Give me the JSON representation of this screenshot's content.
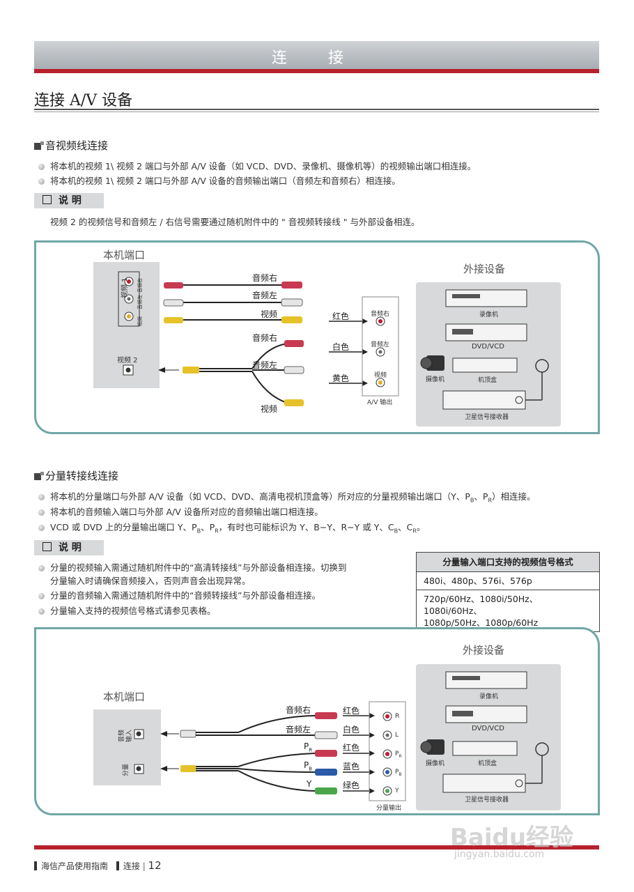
{
  "header": {
    "title": "连 接"
  },
  "section": {
    "title": "连接 A/V 设备"
  },
  "av": {
    "subtitle": "音视频线连接",
    "bullets": [
      "将本机的视频 1\\ 视频 2 端口与外部 A/V 设备（如 VCD、DVD、录像机、摄像机等）的视频输出端口相连接。",
      "将本机的视频 1\\ 视频 2 端口与外部 A/V 设备的音频输出端口（音频左和音频右）相连接。"
    ],
    "note_label": "说 明",
    "note": "视频 2 的视频信号和音频左 / 右信号需要通过随机附件中的 \" 音视频转接线 \" 与外部设备相连。"
  },
  "diagram1": {
    "local_port": "本机端口",
    "external": "外接设备",
    "video1": "视频 1",
    "jack_r": "音频右",
    "jack_l": "音频左",
    "jack_v": "视频",
    "video2": "视频 2",
    "cable_labels": [
      "音频右",
      "音频左",
      "视频",
      "音频右",
      "音频左",
      "视频"
    ],
    "colors": [
      "红色",
      "白色",
      "黄色"
    ],
    "out_labels": [
      "音频右",
      "音频左",
      "视频"
    ],
    "out_title": "A/V 输出",
    "devices": {
      "vcr": "录像机",
      "dvd": "DVD/VCD",
      "camcorder": "摄像机",
      "stb": "机顶盒",
      "sat": "卫星信号接收器"
    }
  },
  "comp": {
    "subtitle": "分量转接线连接",
    "bullets": [
      "将本机的分量端口与外部 A/V 设备（如 VCD、DVD、高清电视机顶盒等）所对应的分量视频输出端口（Y、P",
      "将本机的音频输入端口与外部 A/V 设备所对应的音频输出端口相连接。",
      "VCD 或 DVD 上的分量输出端口 Y、P"
    ],
    "b1_sub1": "B",
    "b1_mid": "、P",
    "b1_sub2": "R",
    "b1_end": "）相连接。",
    "b3_a": "、P",
    "b3_b": "，有时也可能标识为 Y、B−Y、R−Y 或 Y、C",
    "b3_c": "、C",
    "b3_end": "。",
    "note_label": "说 明",
    "notes": [
      "分量的视频输入需通过随机附件中的“高清转接线”与外部设备相连接。切换到",
      "分量输入时请确保音频接入，否则声音会出现异常。",
      "分量的音频输入需通过随机附件中的“音频转接线”与外部设备相连接。",
      "分量输入支持的视频信号格式请参见表格。"
    ],
    "table": {
      "header": "分量输入端口支持的视频信号格式",
      "rows": [
        "480i、480p、576i、576p",
        "720p/60Hz、1080i/50Hz、1080i/60Hz、",
        "1080p/50Hz、1080p/60Hz"
      ]
    }
  },
  "diagram2": {
    "local_port": "本机端口",
    "external": "外接设备",
    "audio_in": [
      "音频",
      "输入"
    ],
    "component": "分量",
    "cable_labels": [
      "音频右",
      "音频左",
      "P",
      "P",
      "Y"
    ],
    "pr_sub": "R",
    "pb_sub": "B",
    "colors": [
      "红色",
      "白色",
      "红色",
      "蓝色",
      "绿色"
    ],
    "out_labels": [
      "R",
      "L",
      "P",
      "P",
      "Y"
    ],
    "out_title": "分量输出",
    "devices": {
      "vcr": "录像机",
      "dvd": "DVD/VCD",
      "camcorder": "摄像机",
      "stb": "机顶盒",
      "sat": "卫星信号接收器"
    }
  },
  "footer": {
    "guide": "海信产品使用指南",
    "section": "连接",
    "page": "12"
  },
  "watermark": {
    "brand": "Baidu经验",
    "url": "jingyan.baidu.com"
  }
}
